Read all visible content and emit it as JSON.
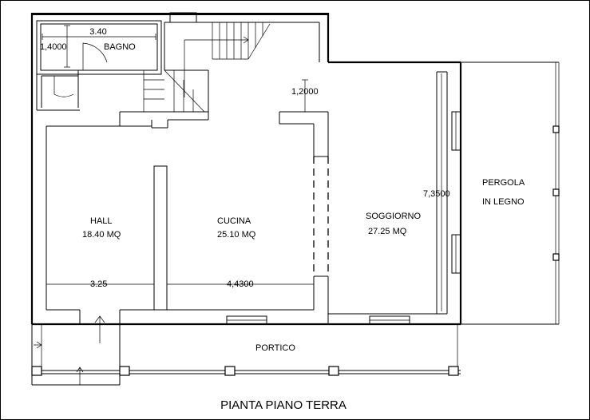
{
  "title": "PIANTA PIANO TERRA",
  "rooms": {
    "bagno": "BAGNO",
    "hall": "HALL",
    "hall_area": "18.40 MQ",
    "cucina": "CUCINA",
    "cucina_area": "25.10 MQ",
    "soggiorno": "SOGGIORNO",
    "soggiorno_area": "27.25 MQ",
    "pergola_line1": "PERGOLA",
    "pergola_line2": "IN LEGNO",
    "portico": "PORTICO"
  },
  "dimensions": {
    "bagno_width": "3.40",
    "bagno_height": "1,4000",
    "soggiorno_top": "1,2000",
    "soggiorno_depth": "7,3500",
    "hall_width": "3.25",
    "cucina_width": "4,4300"
  }
}
